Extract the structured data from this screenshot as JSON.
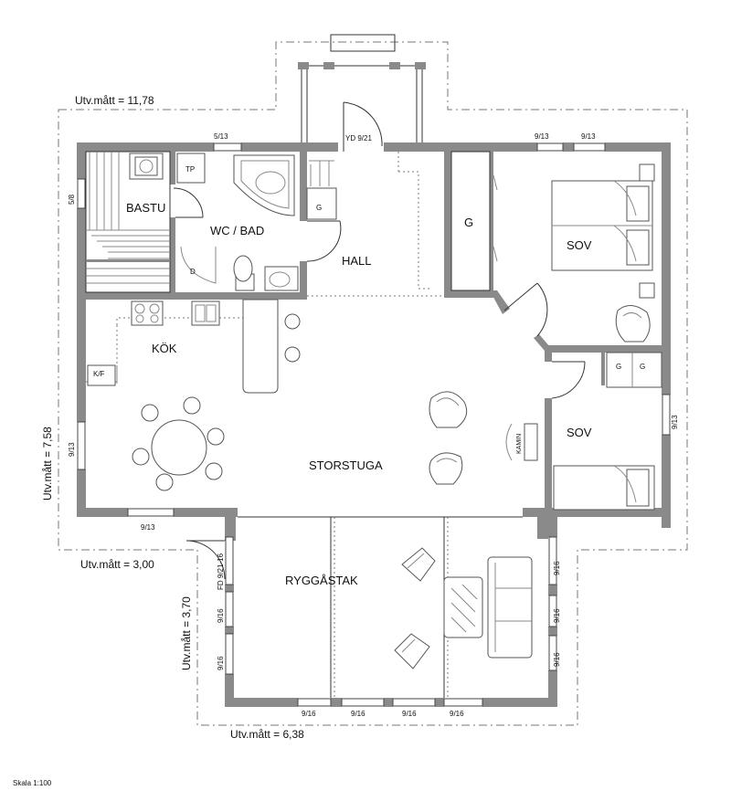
{
  "dimensions": {
    "top_width": "Utv.mått = 11,78",
    "left_height": "Utv.mått = 7,58",
    "porch_offset": "Utv.mått = 3,00",
    "porch_depth": "Utv.mått = 3,70",
    "porch_width": "Utv.mått = 6,38"
  },
  "rooms": {
    "bastu": "BASTU",
    "wc_bad": "WC / BAD",
    "hall": "HALL",
    "sov_1": "SOV",
    "sov_2": "SOV",
    "kok": "KÖK",
    "storstuga": "STORSTUGA",
    "ryggastak": "RYGGÅSTAK"
  },
  "labels": {
    "tp": "TP",
    "g_wc": "G",
    "g_hall": "G",
    "g_sov_a": "G",
    "g_sov_b": "G",
    "d": "D",
    "kf": "K/F",
    "kamin": "KAMIN"
  },
  "openings": {
    "w_bastu_top": "5/13",
    "w_bastu_left": "5/8",
    "door_entry": "YD 9/21",
    "w_sov1_a": "9/13",
    "w_sov1_b": "9/13",
    "w_sov2_right": "9/13",
    "w_stuga_left": "9/13",
    "w_stuga_bottom": "9/13",
    "door_porch": "FD 9/21-16",
    "w_porch_l1": "9/16",
    "w_porch_l2": "9/16",
    "w_porch_r1": "9/16",
    "w_porch_r2": "9/16",
    "w_porch_r3": "9/16",
    "w_porch_b1": "9/16",
    "w_porch_b2": "9/16",
    "w_porch_b3": "9/16",
    "w_porch_b4": "9/16"
  },
  "scale": "Skala 1:100"
}
